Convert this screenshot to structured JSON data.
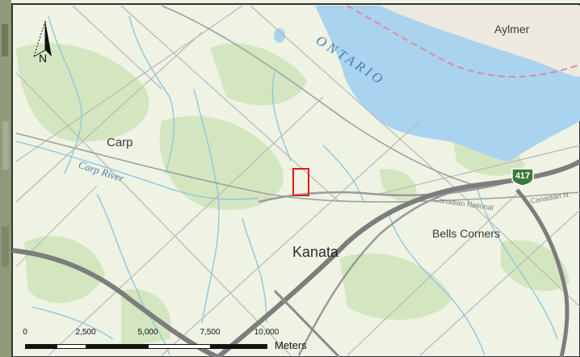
{
  "map": {
    "labels": {
      "ontario": "ONTARIO",
      "aylmer": "Aylmer",
      "carp": "Carp",
      "carp_river": "Carp River",
      "kanata": "Kanata",
      "bells_corners": "Bells Corners",
      "rail_1": "Canadian National",
      "rail_2": "Canadian N"
    },
    "highway_shield": "417",
    "north_arrow": {
      "letter": "N",
      "icon": "north-arrow-icon"
    },
    "study_area_marker": {
      "color": "#e8141c"
    },
    "scale_bar": {
      "ticks": [
        "0",
        "2,500",
        "5,000",
        "7,500",
        "10,000"
      ],
      "unit": "Meters"
    },
    "colors": {
      "land": "#eef3e4",
      "vegetation": "#d4e6bf",
      "water": "#a9d3ee",
      "urban": "#ede9e0",
      "road": "#9a9a9a",
      "highway": "#7d7d7d",
      "stream": "#8cc8e0",
      "boundary": "#e08a9a"
    }
  }
}
